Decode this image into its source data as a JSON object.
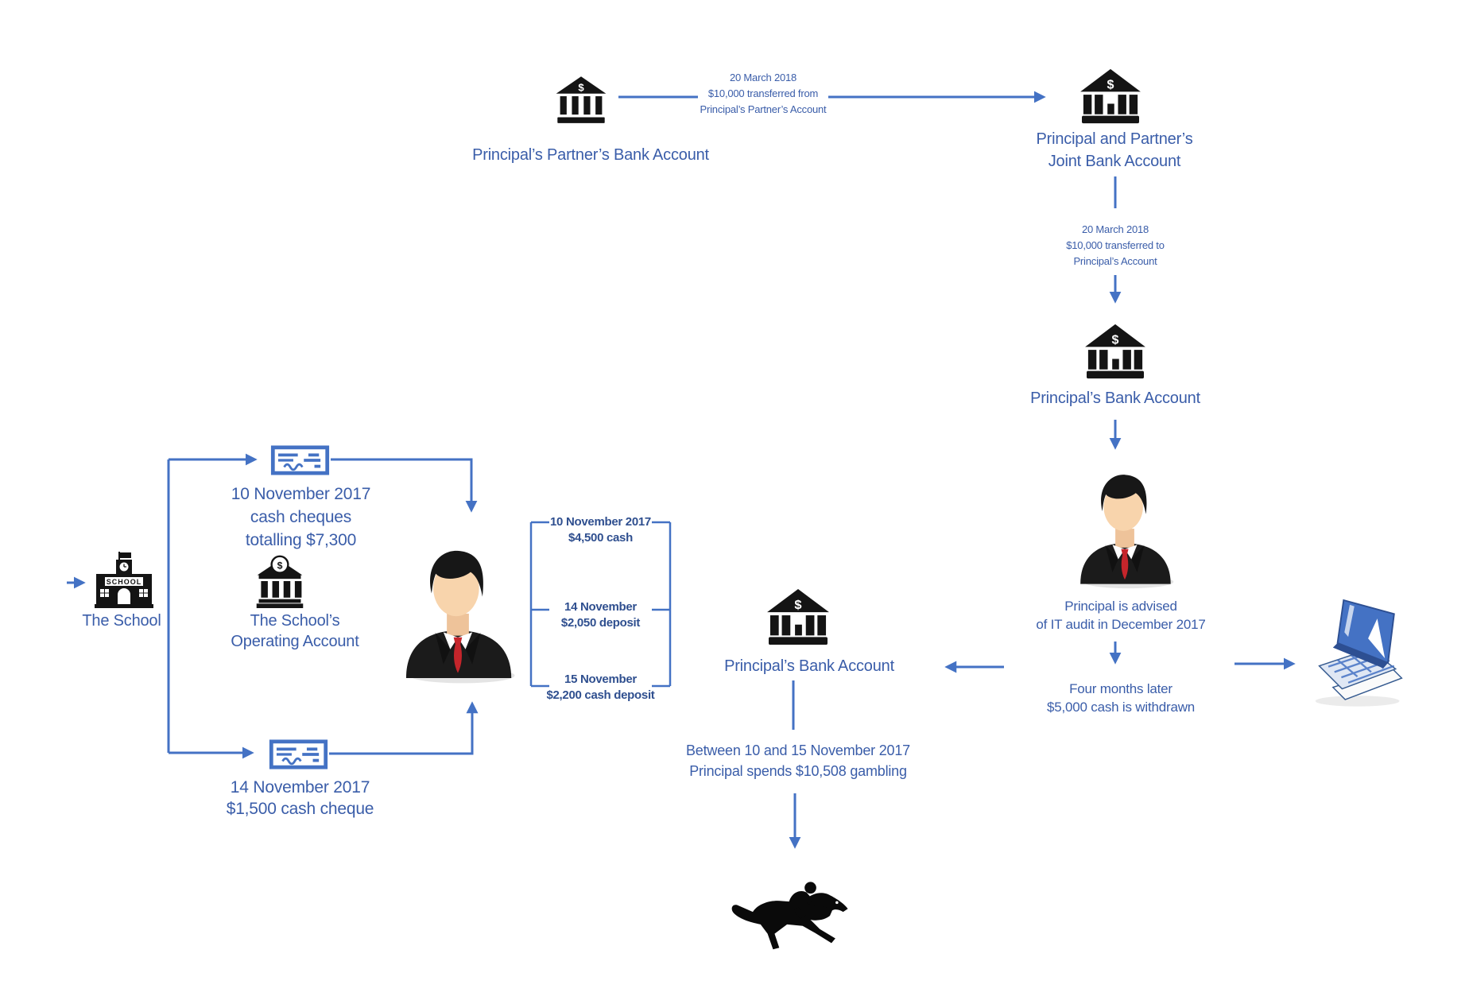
{
  "colors": {
    "text_blue": "#3A5DA9",
    "line_blue": "#4472C4",
    "icon_black": "#141414",
    "bracket_text_blue": "#2F4F8F",
    "tie_red": "#C5252B"
  },
  "icons": {
    "bank_currency": "$"
  },
  "top_flow": {
    "partner_account_label": "Principal’s Partner’s Bank Account",
    "transfer_from_partner": [
      "20 March 2018",
      "$10,000 transferred from",
      "Principal’s Partner’s Account"
    ],
    "joint_account_label": [
      "Principal and Partner’s",
      "Joint Bank Account"
    ],
    "transfer_to_principal": [
      "20 March 2018",
      "$10,000 transferred to",
      "Principal’s Account"
    ],
    "principal_account_label": "Principal’s Bank Account",
    "audit_note": [
      "Principal is advised",
      "of IT audit in December 2017"
    ],
    "withdrawal_note": [
      "Four months later",
      "$5,000 cash is withdrawn"
    ]
  },
  "school_flow": {
    "school_label": "The School",
    "school_sign": "SCHOOL",
    "operating_account_label": [
      "The School’s",
      "Operating Account"
    ],
    "top_cheque_note": [
      "10 November 2017",
      "cash cheques",
      "totalling $7,300"
    ],
    "bottom_cheque_note": [
      "14 November 2017",
      "$1,500 cash cheque"
    ]
  },
  "deposits": [
    [
      "10 November 2017",
      "$4,500 cash"
    ],
    [
      "14 November",
      "$2,050 deposit"
    ],
    [
      "15 November",
      "$2,200 cash deposit"
    ]
  ],
  "middle_flow": {
    "principal_account_label": "Principal’s Bank Account",
    "gambling_note": [
      "Between 10 and 15 November 2017",
      "Principal spends $10,508 gambling"
    ]
  }
}
